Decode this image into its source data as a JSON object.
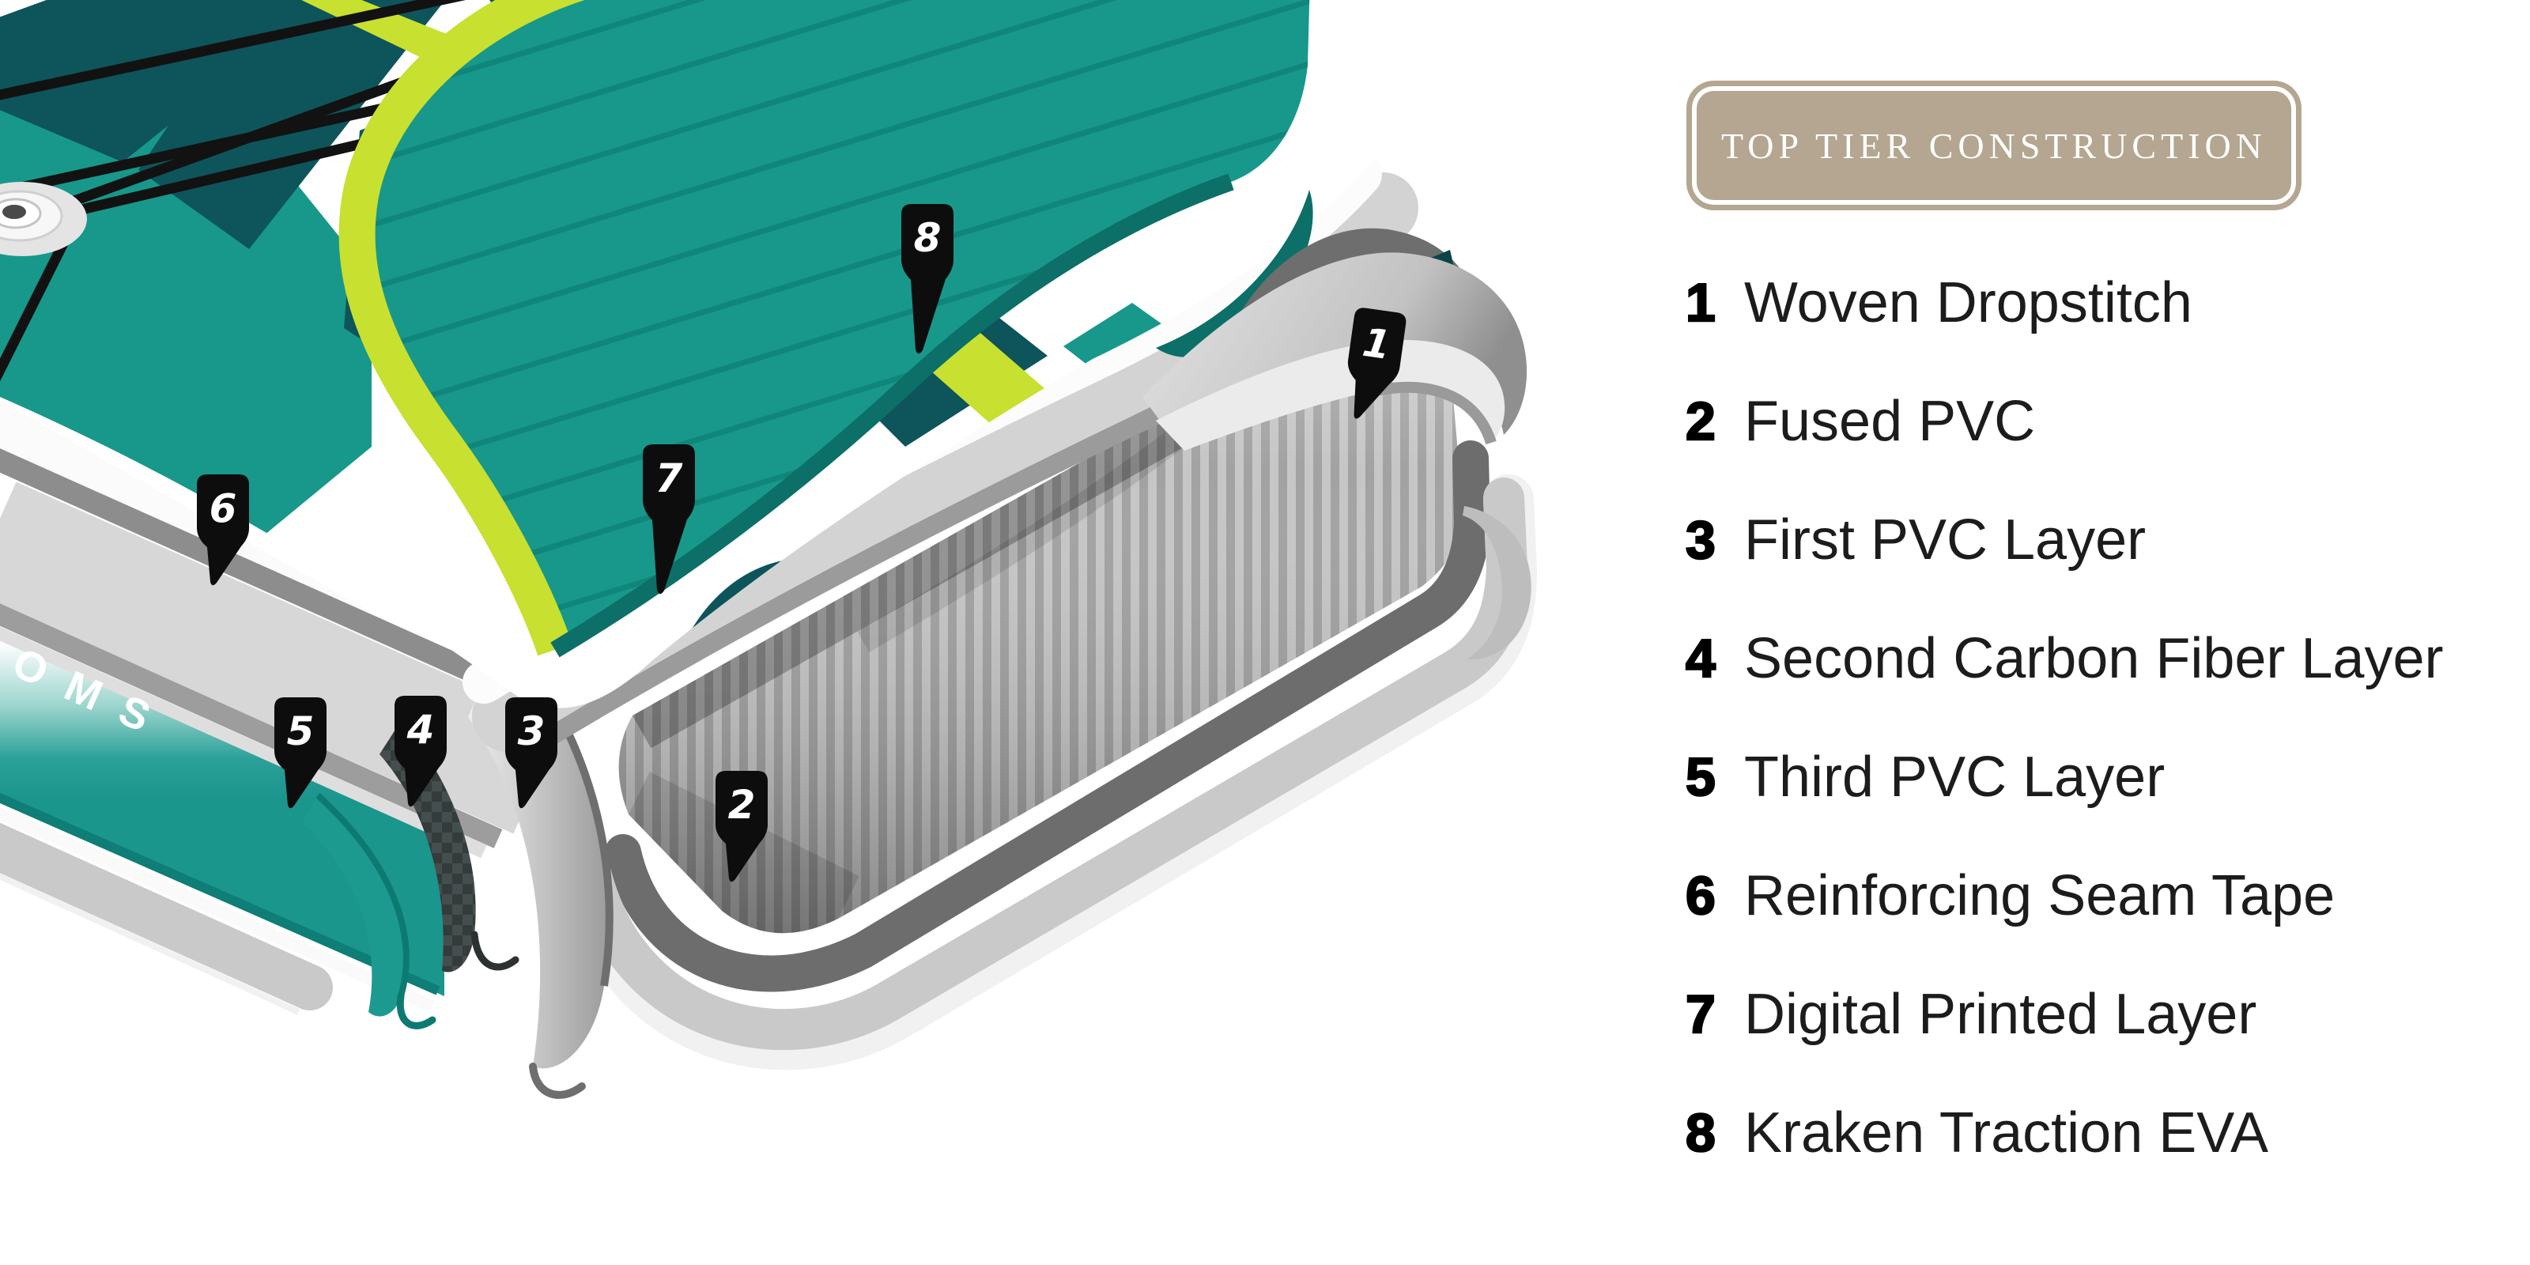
{
  "legend": {
    "badge_label": "TOP TIER CONSTRUCTION",
    "items": [
      {
        "num": "1",
        "label": "Woven Dropstitch"
      },
      {
        "num": "2",
        "label": "Fused PVC"
      },
      {
        "num": "3",
        "label": "First PVC Layer"
      },
      {
        "num": "4",
        "label": "Second Carbon Fiber Layer"
      },
      {
        "num": "5",
        "label": "Third PVC Layer"
      },
      {
        "num": "6",
        "label": "Reinforcing Seam Tape"
      },
      {
        "num": "7",
        "label": "Digital Printed Layer"
      },
      {
        "num": "8",
        "label": "Kraken Traction EVA"
      }
    ]
  },
  "illustration": {
    "rail_print": "OMS",
    "pin_numbers": [
      "1",
      "2",
      "3",
      "4",
      "5",
      "6",
      "7",
      "8"
    ]
  },
  "colors": {
    "teal": "#17988B",
    "teal_dark": "#0E545B",
    "lime": "#C8E02F",
    "badge_tan": "#B4A690",
    "pin_black": "#0D0D0D",
    "text": "#1C1C1C"
  }
}
